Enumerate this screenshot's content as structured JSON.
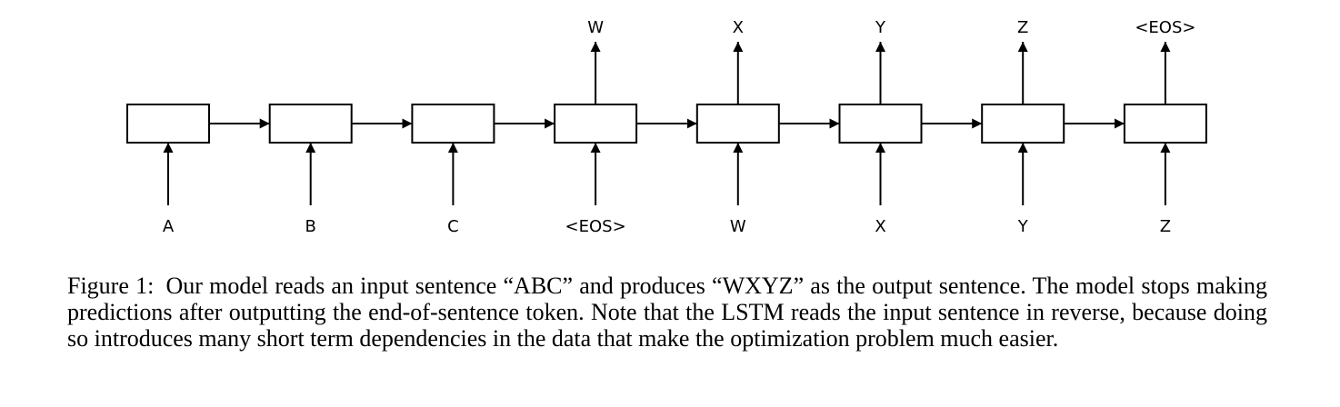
{
  "diagram": {
    "inputs": [
      "A",
      "B",
      "C",
      "<EOS>",
      "W",
      "X",
      "Y",
      "Z"
    ],
    "outputs": [
      "",
      "",
      "",
      "W",
      "X",
      "Y",
      "Z",
      "<EOS>"
    ]
  },
  "caption": {
    "label": "Figure 1:",
    "text": "Our model reads an input sentence “ABC” and produces “WXYZ” as the output sentence. The model stops making predictions after outputting the end-of-sentence token. Note that the LSTM reads the input sentence in reverse, because doing so introduces many short term dependencies in the data that make the optimization problem much easier."
  }
}
